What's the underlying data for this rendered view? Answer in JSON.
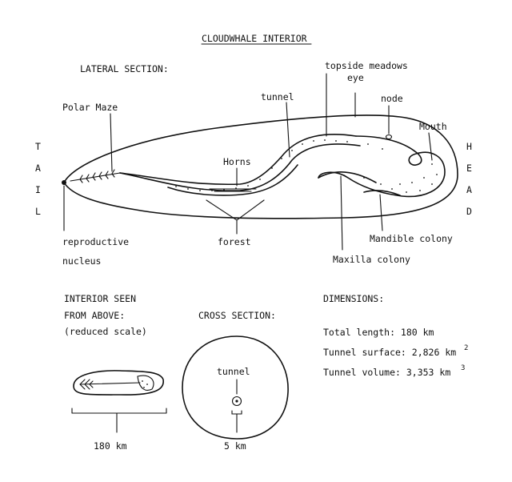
{
  "title": "CLOUDWHALE INTERIOR",
  "lateral": {
    "heading": "LATERAL SECTION:",
    "side_left": [
      "T",
      "A",
      "I",
      "L"
    ],
    "side_right": [
      "H",
      "E",
      "A",
      "D"
    ],
    "labels": {
      "polar_maze": "Polar Maze",
      "tunnel": "tunnel",
      "topside_meadows": "topside meadows",
      "eye": "eye",
      "node": "node",
      "mouth": "Mouth",
      "horns": "Horns",
      "reproductive": "reproductive",
      "nucleus": "nucleus",
      "forest": "forest",
      "mandible_colony": "Mandible colony",
      "maxilla_colony": "Maxilla colony"
    }
  },
  "top_view": {
    "heading_line1": "INTERIOR SEEN",
    "heading_line2": "FROM ABOVE:",
    "heading_line3": "(reduced scale)",
    "scale_label": "180 km"
  },
  "cross_section": {
    "heading": "CROSS SECTION:",
    "tunnel_label": "tunnel",
    "scale_label": "5 km"
  },
  "dimensions": {
    "heading": "DIMENSIONS:",
    "total_length": "Total length: 180 km",
    "tunnel_surface": "Tunnel surface: 2,826 km",
    "tunnel_surface_exp": "2",
    "tunnel_volume": "Tunnel volume: 3,353 km",
    "tunnel_volume_exp": "3"
  }
}
